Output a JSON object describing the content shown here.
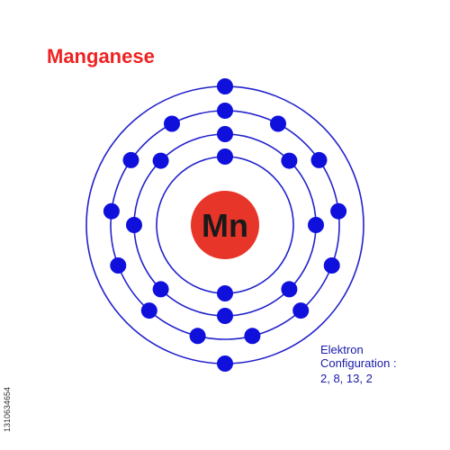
{
  "title": "Manganese",
  "element": {
    "symbol": "Mn",
    "nucleus_color": "#e8352a"
  },
  "configuration": {
    "label_line1": "Elektron",
    "label_line2": "Configuration :",
    "values_text": "2, 8, 13, 2",
    "shells": [
      2,
      8,
      13,
      2
    ]
  },
  "stock_id": "1310634654",
  "colors": {
    "title": "#ee2222",
    "orbit": "#2222cc",
    "electron": "#1010dd",
    "label_text": "#1a1aaa"
  }
}
